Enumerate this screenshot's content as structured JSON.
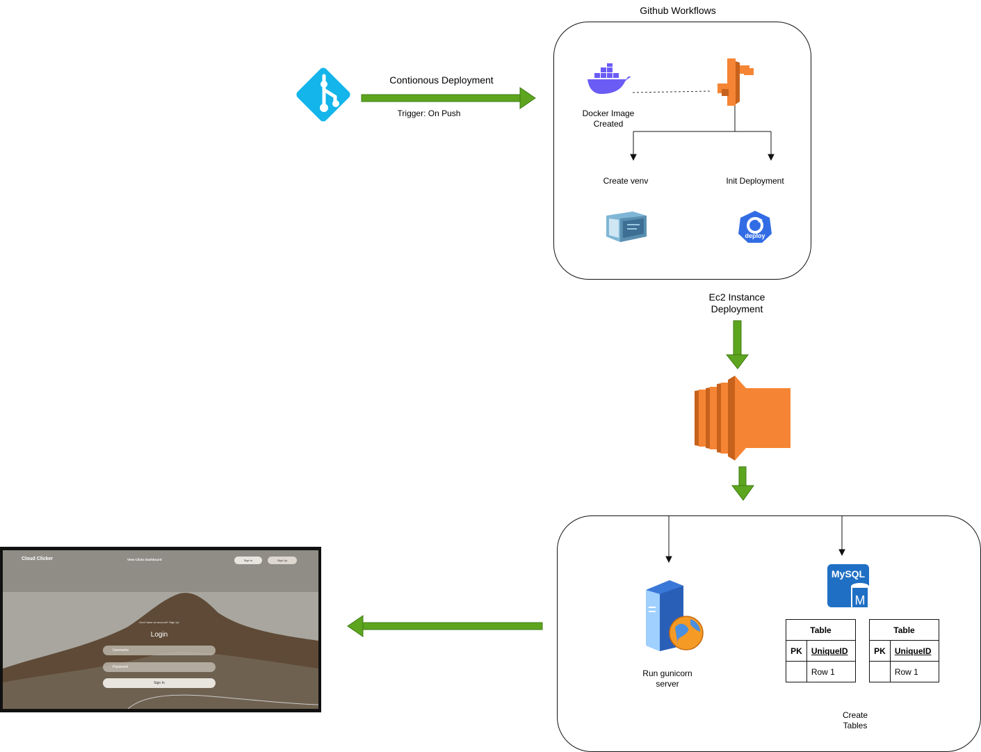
{
  "github_workflows": {
    "title": "Github Workflows",
    "docker_label": "Docker Image\nCreated",
    "create_venv": "Create venv",
    "init_deployment": "Init Deployment",
    "deploy_badge": "deploy"
  },
  "cd": {
    "label": "Contionous Deployment",
    "trigger": "Trigger: On Push"
  },
  "ec2": {
    "label": "Ec2 Instance\nDeployment"
  },
  "server": {
    "gunicorn": "Run gunicorn\nserver",
    "mysql_logo": "MySQL",
    "mysql_m": "M",
    "create_tables": "Create\nTables",
    "tables": [
      {
        "title": "Table",
        "pk": "PK",
        "key": "UniqueID",
        "row": "Row 1"
      },
      {
        "title": "Table",
        "pk": "PK",
        "key": "UniqueID",
        "row": "Row 1"
      }
    ]
  },
  "app_screenshot": {
    "brand": "Cloud Clicker",
    "nav_link": "View Clicks Dashboard",
    "sign_in_btn": "Sign In",
    "sign_up_btn": "Sign Up",
    "signup_prompt": "Don't have an account? Sign Up",
    "login_title": "Login",
    "username_placeholder": "Username",
    "password_placeholder": "Password",
    "submit": "Sign In"
  },
  "colors": {
    "arrow_green": "#5ea51f",
    "aws_orange": "#f58534",
    "git_blue": "#13b5ea",
    "docker_blue": "#6a5cf5",
    "deploy_blue": "#326ce5"
  }
}
